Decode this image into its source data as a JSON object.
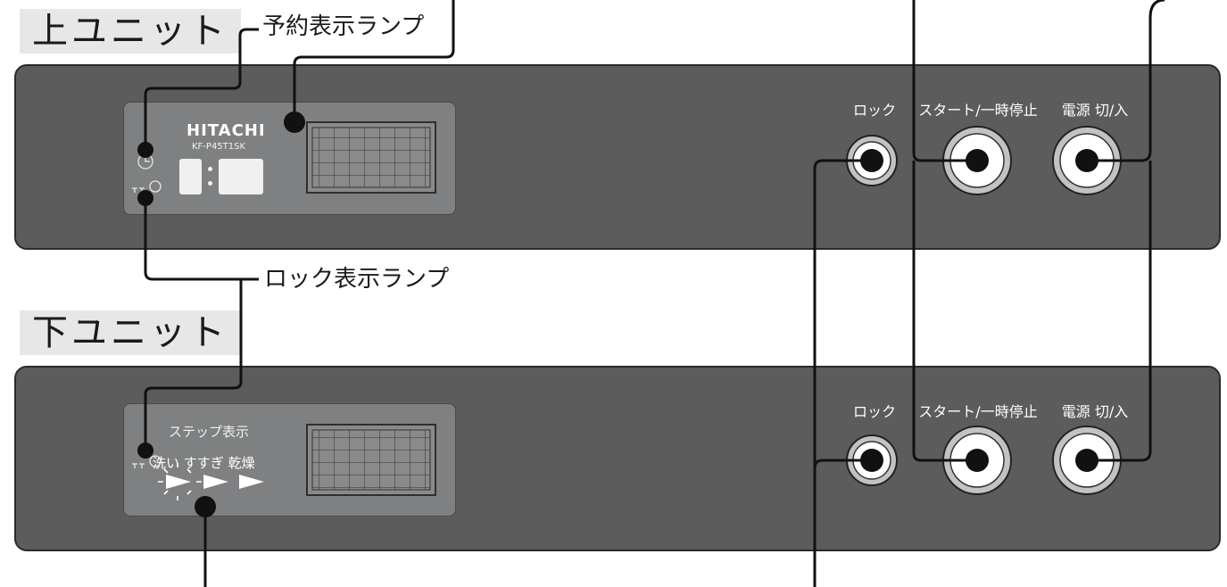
{
  "upper_unit": {
    "title": "上ユニット",
    "brand": "HITACHI",
    "model": "KF-P45T1SK",
    "buttons": {
      "lock": "ロック",
      "start_pause": "スタート/一時停止",
      "power": "電源 切/入"
    }
  },
  "lower_unit": {
    "title": "下ユニット",
    "step_display_label": "ステップ表示",
    "steps": {
      "wash": "洗い",
      "rinse": "すすぎ",
      "dry": "乾燥"
    },
    "buttons": {
      "lock": "ロック",
      "start_pause": "スタート/一時停止",
      "power": "電源 切/入"
    }
  },
  "callouts": {
    "reservation_lamp": "予約表示ランプ",
    "lock_lamp": "ロック表示ランプ"
  },
  "colors": {
    "panel": "#5c5c5d",
    "display": "#7f8081",
    "button_ring": "#bdbdbd",
    "leader_line": "#111111"
  }
}
